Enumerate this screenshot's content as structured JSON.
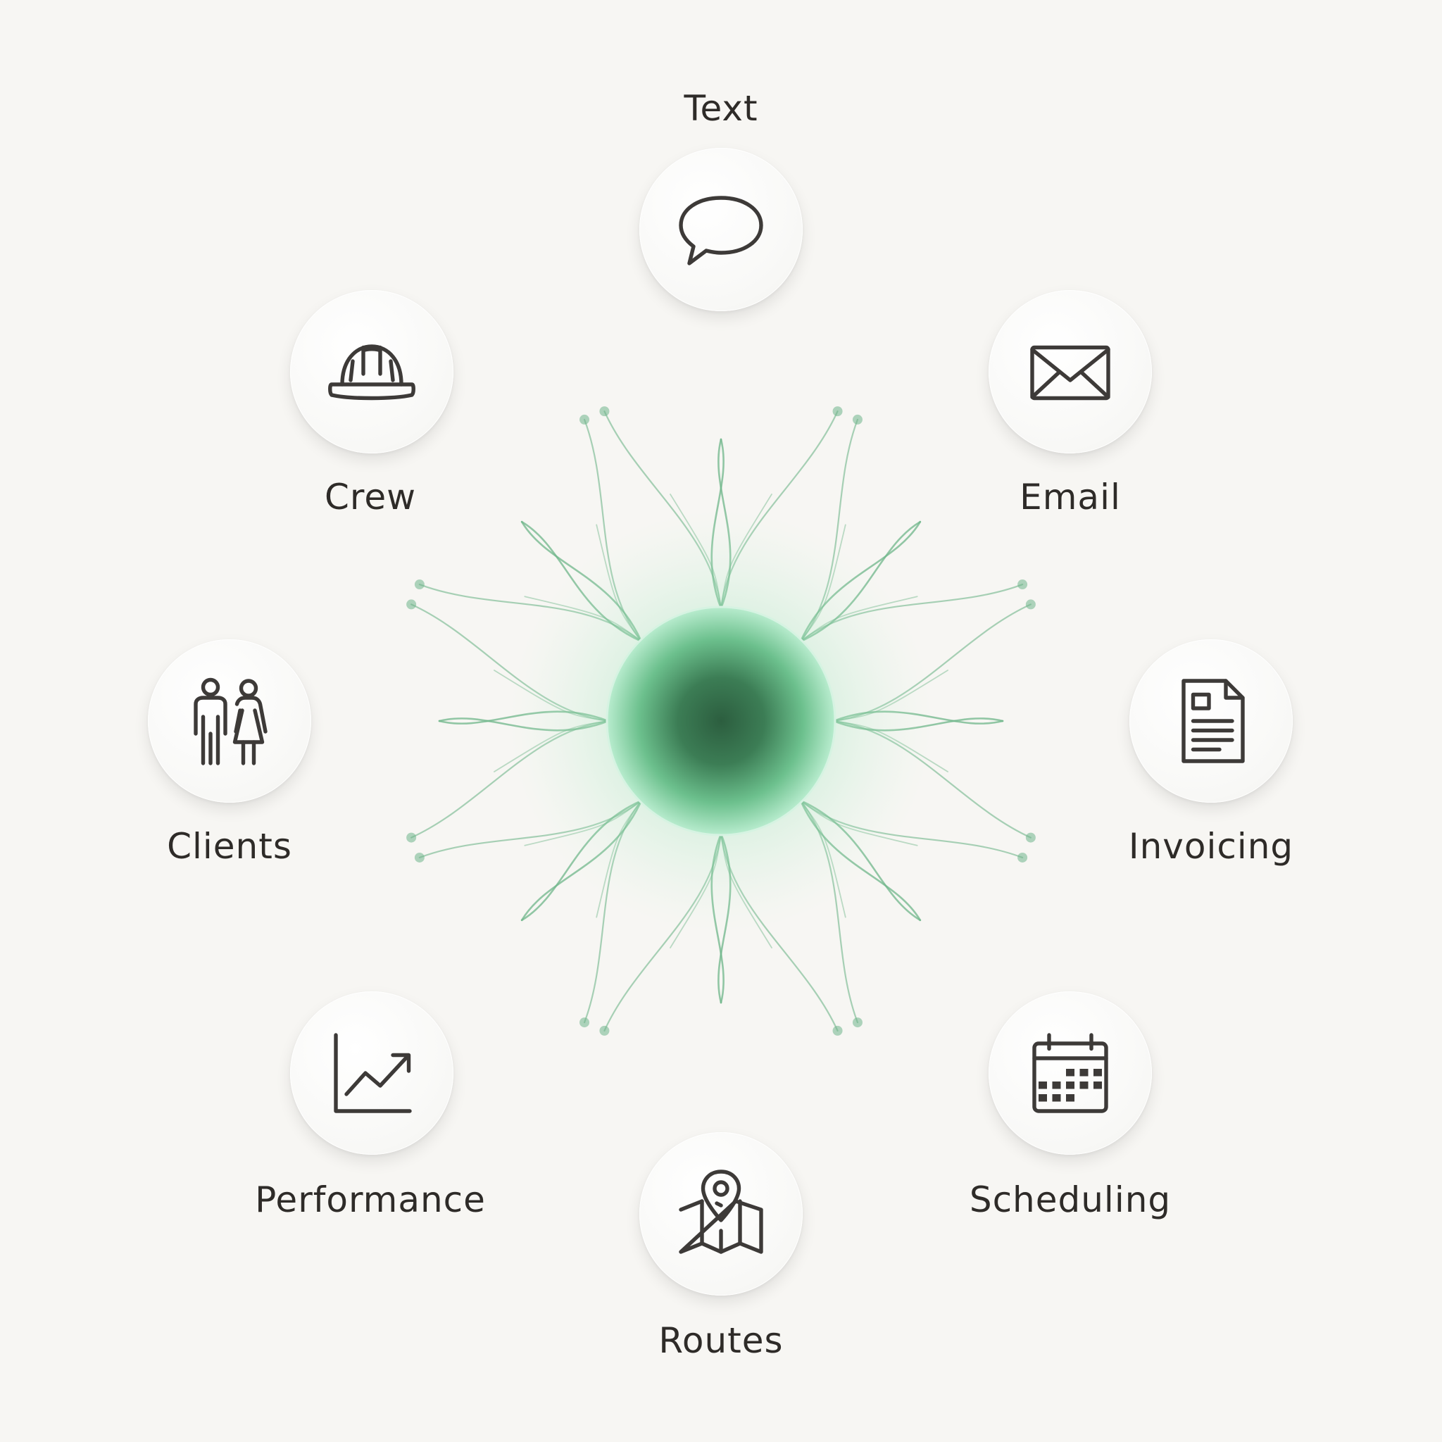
{
  "colors": {
    "background": "#f7f6f3",
    "hub_core": "#2f6a45",
    "hub_glow": "#8ee0ad",
    "tendril": "#6fb58a",
    "icon_stroke": "#3d3a38",
    "label_text": "#2e2b28"
  },
  "hub": {
    "label": ""
  },
  "nodes": [
    {
      "id": "text",
      "label": "Text",
      "icon": "speech-bubble-icon"
    },
    {
      "id": "email",
      "label": "Email",
      "icon": "envelope-icon"
    },
    {
      "id": "invoicing",
      "label": "Invoicing",
      "icon": "document-icon"
    },
    {
      "id": "scheduling",
      "label": "Scheduling",
      "icon": "calendar-icon"
    },
    {
      "id": "routes",
      "label": "Routes",
      "icon": "map-pin-icon"
    },
    {
      "id": "performance",
      "label": "Performance",
      "icon": "trend-chart-icon"
    },
    {
      "id": "clients",
      "label": "Clients",
      "icon": "people-icon"
    },
    {
      "id": "crew",
      "label": "Crew",
      "icon": "hard-hat-icon"
    }
  ]
}
